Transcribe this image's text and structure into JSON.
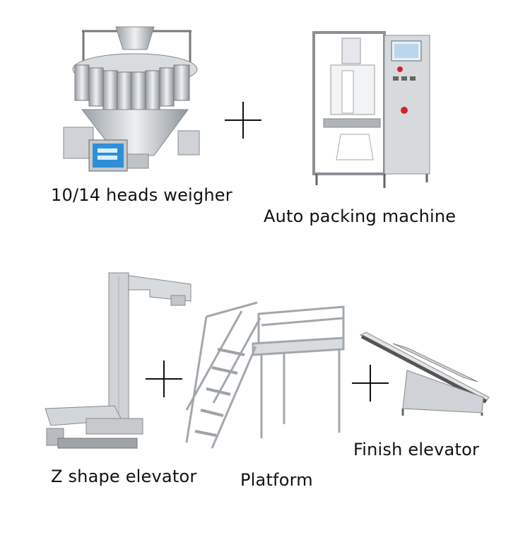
{
  "items": {
    "weigher": {
      "label": "10/14 heads weigher",
      "icon": "multihead-weigher-icon"
    },
    "packer": {
      "label": "Auto packing machine",
      "icon": "vertical-packing-machine-icon"
    },
    "z_elevator": {
      "label": "Z shape elevator",
      "icon": "z-shape-elevator-icon"
    },
    "platform": {
      "label": "Platform",
      "icon": "work-platform-icon"
    },
    "finish_elevator": {
      "label": "Finish elevator",
      "icon": "finish-conveyor-icon"
    }
  },
  "colors": {
    "steel": "#c9ccd0",
    "steel_dark": "#8d9196",
    "screen": "#2f8fd6",
    "red": "#d3232a",
    "text": "#111111"
  }
}
